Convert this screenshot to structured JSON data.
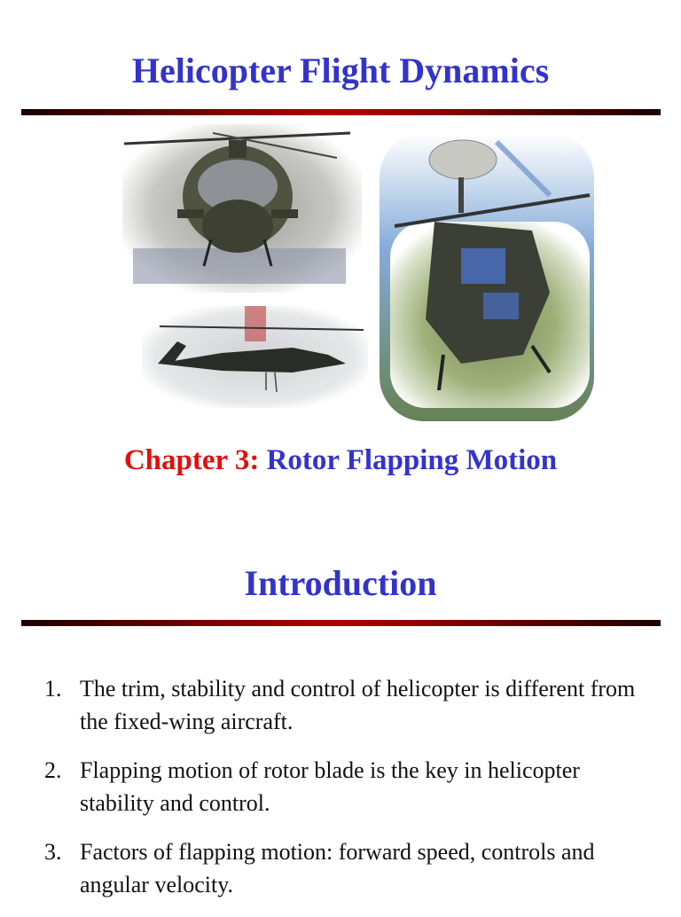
{
  "header": {
    "title": "Helicopter Flight Dynamics"
  },
  "chapter": {
    "number_label": "Chapter 3:",
    "name": "Rotor Flapping Motion"
  },
  "section": {
    "title": "Introduction"
  },
  "points": [
    {
      "num": "1.",
      "text": "The trim, stability and control of helicopter is different from the fixed-wing aircraft."
    },
    {
      "num": "2.",
      "text": "Flapping motion of rotor blade is the key in helicopter stability and control."
    },
    {
      "num": "3.",
      "text": "Factors of flapping motion: forward speed, controls and angular velocity."
    }
  ],
  "colors": {
    "title": "#3333cc",
    "chapter_number": "#e01010",
    "rule": "#8b0000",
    "text": "#111111"
  }
}
